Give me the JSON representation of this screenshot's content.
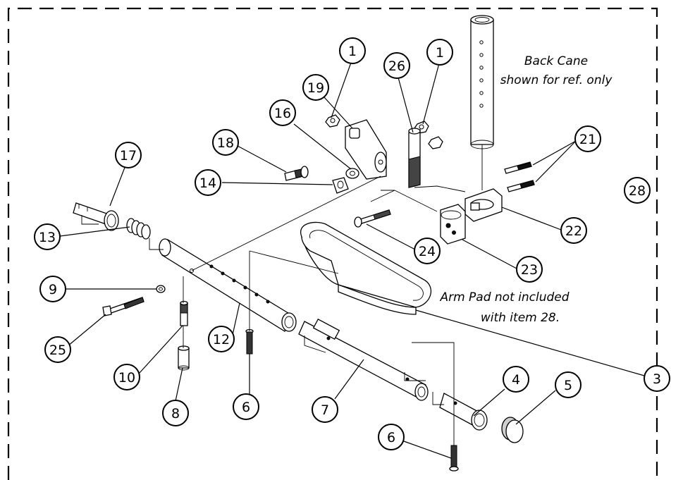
{
  "notes": {
    "back_cane": [
      "Back Cane",
      "shown for ref. only"
    ],
    "arm_pad": [
      "Arm Pad not included",
      "with item 28."
    ]
  },
  "callouts": [
    {
      "id": "c1a",
      "label": "1"
    },
    {
      "id": "c26",
      "label": "26"
    },
    {
      "id": "c1b",
      "label": "1"
    },
    {
      "id": "c19",
      "label": "19"
    },
    {
      "id": "c16",
      "label": "16"
    },
    {
      "id": "c18",
      "label": "18"
    },
    {
      "id": "c14",
      "label": "14"
    },
    {
      "id": "c17",
      "label": "17"
    },
    {
      "id": "c21",
      "label": "21"
    },
    {
      "id": "c28",
      "label": "28"
    },
    {
      "id": "c22",
      "label": "22"
    },
    {
      "id": "c13",
      "label": "13"
    },
    {
      "id": "c24",
      "label": "24"
    },
    {
      "id": "c23",
      "label": "23"
    },
    {
      "id": "c9",
      "label": "9"
    },
    {
      "id": "c12",
      "label": "12"
    },
    {
      "id": "c25",
      "label": "25"
    },
    {
      "id": "c10",
      "label": "10"
    },
    {
      "id": "c6a",
      "label": "6"
    },
    {
      "id": "c7",
      "label": "7"
    },
    {
      "id": "c8",
      "label": "8"
    },
    {
      "id": "c4",
      "label": "4"
    },
    {
      "id": "c5",
      "label": "5"
    },
    {
      "id": "c3",
      "label": "3"
    },
    {
      "id": "c6b",
      "label": "6"
    }
  ]
}
